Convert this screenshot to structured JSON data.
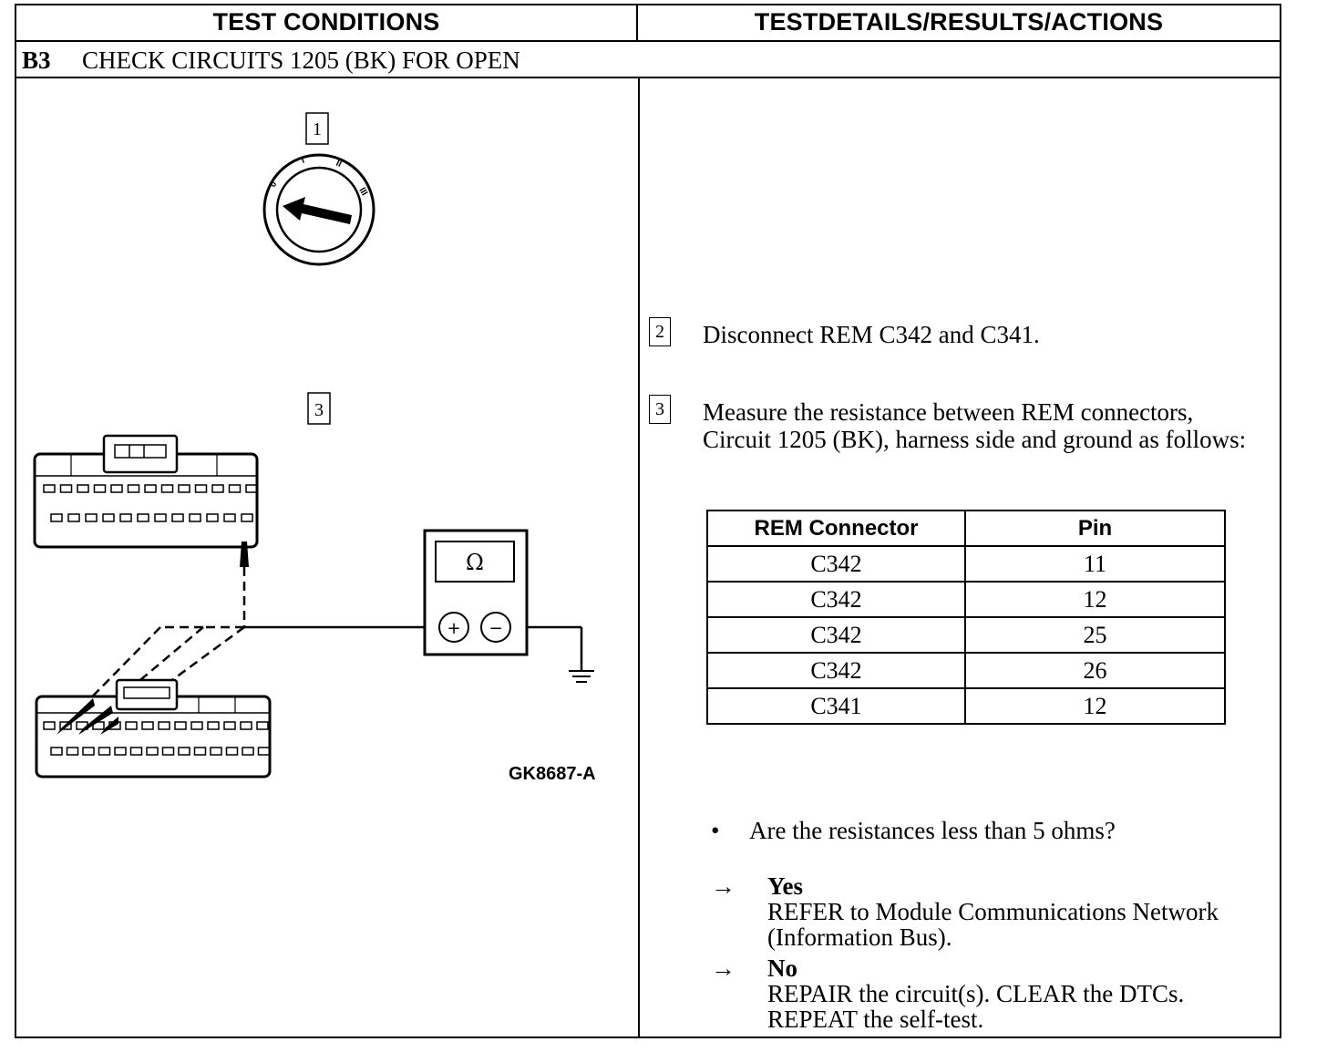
{
  "header": {
    "left": "TEST CONDITIONS",
    "right": "TESTDETAILS/RESULTS/ACTIONS"
  },
  "step_title": {
    "code": "B3",
    "text": "CHECK CIRCUITS 1205 (BK) FOR OPEN"
  },
  "figure": {
    "callouts": [
      "1",
      "3"
    ],
    "meter_symbol": "Ω",
    "plus": "+",
    "minus": "−",
    "switch_positions": [
      "0",
      "I",
      "II",
      "III"
    ],
    "id": "GK8687-A"
  },
  "steps": [
    {
      "num": "2",
      "text": "Disconnect REM C342 and C341."
    },
    {
      "num": "3",
      "text": "Measure the resistance between REM connectors, Circuit 1205 (BK), harness side and ground as follows:"
    }
  ],
  "table": {
    "headers": [
      "REM Connector",
      "Pin"
    ],
    "rows": [
      [
        "C342",
        "11"
      ],
      [
        "C342",
        "12"
      ],
      [
        "C342",
        "25"
      ],
      [
        "C342",
        "26"
      ],
      [
        "C341",
        "12"
      ]
    ]
  },
  "question": {
    "bullet": "•",
    "text": "Are the resistances less than 5 ohms?"
  },
  "outcomes": [
    {
      "arrow": "→",
      "label": "Yes",
      "lines": [
        "REFER to Module Communications Network",
        "(Information Bus)."
      ]
    },
    {
      "arrow": "→",
      "label": "No",
      "lines": [
        "REPAIR the circuit(s). CLEAR the DTCs.",
        "REPEAT the self-test."
      ]
    }
  ]
}
